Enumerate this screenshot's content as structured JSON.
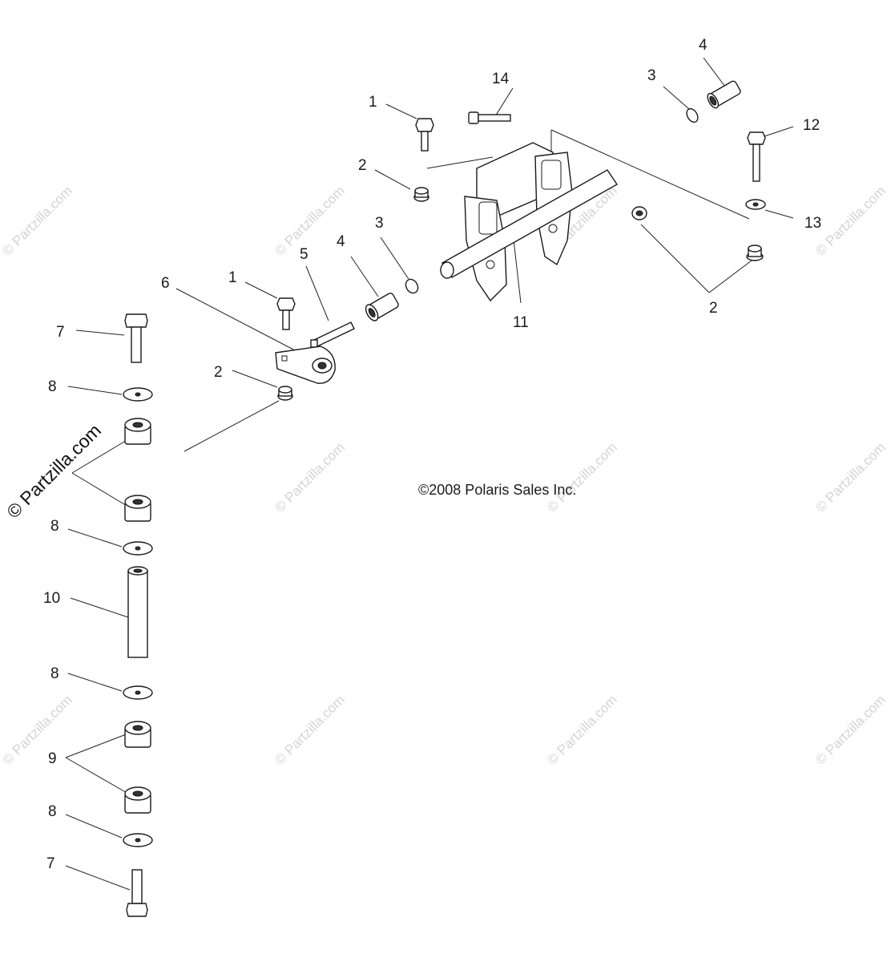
{
  "diagram": {
    "copyright": "©2008 Polaris Sales Inc.",
    "watermark": "© Partzilla.com",
    "callouts": [
      {
        "id": "c14",
        "text": "14"
      },
      {
        "id": "c4a",
        "text": "4"
      },
      {
        "id": "c3a",
        "text": "3"
      },
      {
        "id": "c1a",
        "text": "1"
      },
      {
        "id": "c12",
        "text": "12"
      },
      {
        "id": "c2a",
        "text": "2"
      },
      {
        "id": "c3b",
        "text": "3"
      },
      {
        "id": "c13",
        "text": "13"
      },
      {
        "id": "c5",
        "text": "5"
      },
      {
        "id": "c4b",
        "text": "4"
      },
      {
        "id": "c1b",
        "text": "1"
      },
      {
        "id": "c6",
        "text": "6"
      },
      {
        "id": "c2b",
        "text": "2"
      },
      {
        "id": "c11",
        "text": "11"
      },
      {
        "id": "c7a",
        "text": "7"
      },
      {
        "id": "c2c",
        "text": "2"
      },
      {
        "id": "c8a",
        "text": "8"
      },
      {
        "id": "c8b",
        "text": "8"
      },
      {
        "id": "c10",
        "text": "10"
      },
      {
        "id": "c8c",
        "text": "8"
      },
      {
        "id": "c9",
        "text": "9"
      },
      {
        "id": "c8d",
        "text": "8"
      },
      {
        "id": "c7b",
        "text": "7"
      }
    ]
  }
}
